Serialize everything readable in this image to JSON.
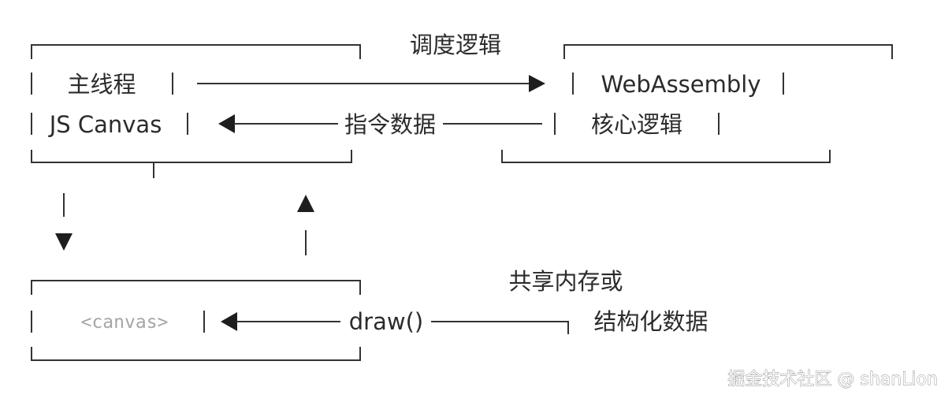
{
  "labels": {
    "schedule_logic": "调度逻辑",
    "main_thread": "主线程",
    "js_canvas": "JS Canvas",
    "webassembly": "WebAssembly",
    "core_logic": "核心逻辑",
    "instruction_data": "指令数据",
    "canvas_element": "<canvas>",
    "draw_call": "draw()",
    "shared_memory_line1": "共享内存或",
    "shared_memory_line2": "结构化数据"
  },
  "watermark": "掘金技术社区 @ shanLion",
  "colors": {
    "line": "#333333",
    "arrowhead": "#1e1e1e",
    "text": "#2b2b2b",
    "muted_text": "#a6a6a6"
  }
}
